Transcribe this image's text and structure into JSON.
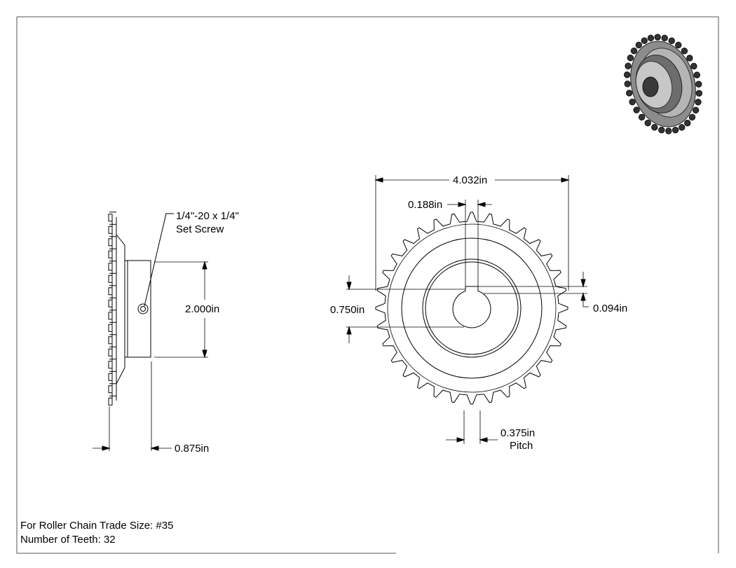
{
  "side_view": {
    "set_screw_line1": "1/4\"-20 x 1/4\"",
    "set_screw_line2": "Set Screw",
    "hub_diameter": "2.000in",
    "hub_length": "0.875in"
  },
  "front_view": {
    "outer_diameter": "4.032in",
    "keyway_width": "0.188in",
    "bore": "0.750in",
    "keyway_depth": "0.094in",
    "pitch_value": "0.375in",
    "pitch_label": "Pitch"
  },
  "notes": {
    "chain_size": "For Roller Chain Trade Size: #35",
    "teeth": "Number of Teeth: 32"
  },
  "sprocket": {
    "teeth_count": 32
  },
  "colors": {
    "line": "#000000",
    "iso_body": "#9a9a9a",
    "iso_dark": "#333333"
  }
}
